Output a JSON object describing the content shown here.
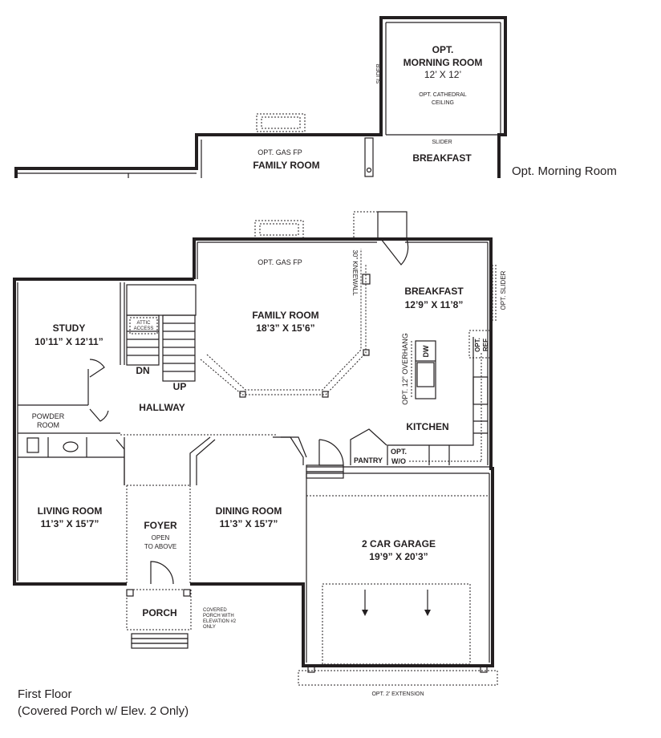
{
  "option_plan": {
    "caption": "Opt. Morning Room",
    "slider_left": "SLIDER",
    "slider_bottom": "SLIDER",
    "morning_room": {
      "name_1": "OPT.",
      "name_2": "MORNING ROOM",
      "size": "12’ X 12’",
      "note_1": "OPT. CATHEDRAL",
      "note_2": "CEILING"
    },
    "gas_fp": "OPT. GAS FP",
    "family_room": "FAMILY ROOM",
    "breakfast": "BREAKFAST"
  },
  "first_floor": {
    "caption_1": "First Floor",
    "caption_2": "(Covered Porch w/ Elev. 2 Only)",
    "rooms": {
      "study": {
        "name": "STUDY",
        "size": "10’11” X 12’11”"
      },
      "family_room": {
        "name": "FAMILY ROOM",
        "size": "18’3” X 15’6”"
      },
      "breakfast": {
        "name": "BREAKFAST",
        "size": "12’9” X 11’8”"
      },
      "kitchen": {
        "name": "KITCHEN"
      },
      "hallway": {
        "name": "HALLWAY"
      },
      "powder_room": {
        "name_1": "POWDER",
        "name_2": "ROOM"
      },
      "living_room": {
        "name": "LIVING ROOM",
        "size": "11’3” X 15’7”"
      },
      "foyer": {
        "name": "FOYER",
        "note_1": "OPEN",
        "note_2": "TO ABOVE"
      },
      "dining_room": {
        "name": "DINING ROOM",
        "size": "11’3” X 15’7”"
      },
      "garage": {
        "name": "2 CAR  GARAGE",
        "size": "19’9” X 20’3”"
      },
      "porch": {
        "name": "PORCH"
      }
    },
    "labels": {
      "gas_fp": "OPT. GAS FP",
      "kneewall": "30” KNEEWALL",
      "opt_slider": "OPT. SLIDER",
      "opt_ref_1": "OPT.",
      "opt_ref_2": "REF",
      "overhang": "OPT. 12” OVERHANG",
      "dw": "DW",
      "pantry": "PANTRY",
      "opt_wo_1": "OPT.",
      "opt_wo_2": "W/O",
      "dn": "DN",
      "up": "UP",
      "attic_1": "ATTIC",
      "attic_2": "ACCESS",
      "covered_1": "COVERED",
      "covered_2": "PORCH WITH",
      "covered_3": "ELEVATION #2",
      "covered_4": "ONLY",
      "extension": "OPT. 2’ EXTENSION"
    }
  }
}
